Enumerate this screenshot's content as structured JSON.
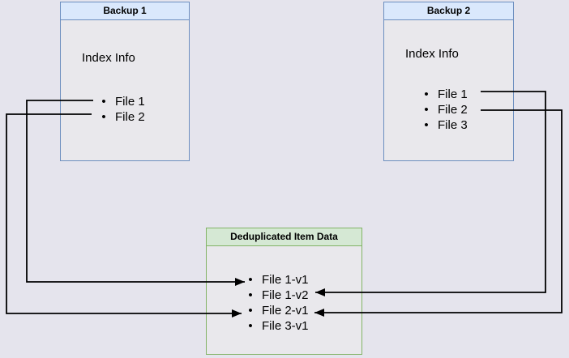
{
  "diagram": {
    "backup1": {
      "title": "Backup 1",
      "section_label": "Index Info",
      "items": [
        "File 1",
        "File 2"
      ]
    },
    "backup2": {
      "title": "Backup 2",
      "section_label": "Index Info",
      "items": [
        "File 1",
        "File 2",
        "File 3"
      ]
    },
    "dedup": {
      "title": "Deduplicated Item Data",
      "items": [
        "File 1-v1",
        "File 1-v2",
        "File 2-v1",
        "File 3-v1"
      ]
    },
    "connections": [
      {
        "from": "Backup 1 / File 1",
        "to": "File 1-v1"
      },
      {
        "from": "Backup 1 / File 2",
        "to": "File 2-v1"
      },
      {
        "from": "Backup 2 / File 1",
        "to": "File 1-v2"
      },
      {
        "from": "Backup 2 / File 2",
        "to": "File 2-v1"
      }
    ],
    "colors": {
      "background": "#e5e4ed",
      "box_fill": "#e9e8ec",
      "blue_header_fill": "#dae8fc",
      "blue_border": "#6c8ebf",
      "green_header_fill": "#d5e8d4",
      "green_border": "#82b366",
      "connector": "#000000",
      "text": "#000000"
    }
  }
}
